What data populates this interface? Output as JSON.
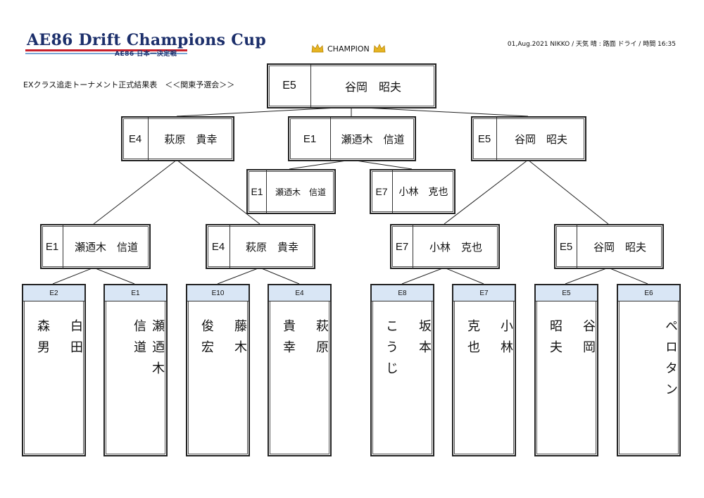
{
  "header": {
    "logo_main": "AE86 Drift Champions Cup",
    "logo_sub": "AE86 日本一決定戦",
    "info": "01,Aug.2021 NIKKO / 天気 晴 : 路面 ドライ / 時間 16:35",
    "title": "EXクラス追走トーナメント正式結果表　＜＜関東予選会＞＞",
    "champion_label": "CHAMPION"
  },
  "champion": {
    "seed": "E5",
    "name": "谷岡　昭夫"
  },
  "final": [
    {
      "seed": "E4",
      "name": "萩原　貴幸"
    },
    {
      "seed": "E1",
      "name": "瀬迺木　信道"
    },
    {
      "seed": "E5",
      "name": "谷岡　昭夫"
    }
  ],
  "third_place": [
    {
      "seed": "E1",
      "name": "瀬迺木　信道"
    },
    {
      "seed": "E7",
      "name": "小林　克也"
    }
  ],
  "semifinal": [
    {
      "seed": "E1",
      "name": "瀬迺木　信道"
    },
    {
      "seed": "E4",
      "name": "萩原　貴幸"
    },
    {
      "seed": "E7",
      "name": "小林　克也"
    },
    {
      "seed": "E5",
      "name": "谷岡　昭夫"
    }
  ],
  "entries": [
    {
      "seed": "E2",
      "name": "白田\n\n森男"
    },
    {
      "seed": "E1",
      "name": "瀬迺木\n信道"
    },
    {
      "seed": "E10",
      "name": "藤木\n\n俊宏"
    },
    {
      "seed": "E4",
      "name": "萩原\n\n貴幸"
    },
    {
      "seed": "E8",
      "name": "坂本\n\nこうじ"
    },
    {
      "seed": "E7",
      "name": "小林\n\n克也"
    },
    {
      "seed": "E5",
      "name": "谷岡\n\n昭夫"
    },
    {
      "seed": "E6",
      "name": "ペロタン"
    }
  ],
  "colors": {
    "brand": "#1c2f6b",
    "entry_header": "#d9e6f5",
    "crown": "#e6b422"
  }
}
